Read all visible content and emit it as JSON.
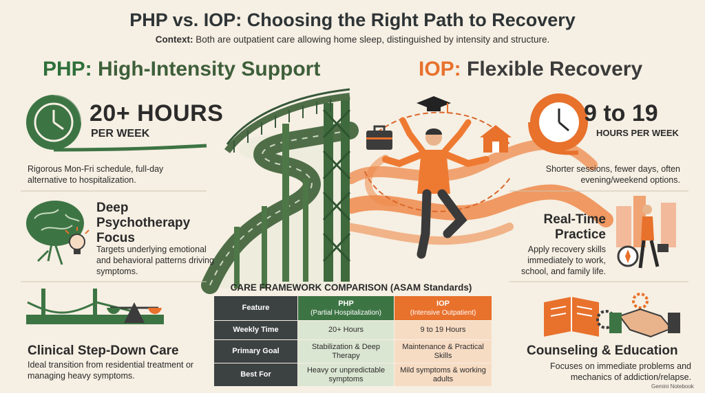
{
  "header": {
    "title": "PHP vs. IOP: Choosing the Right Path to Recovery",
    "context_label": "Context:",
    "context_text": "Both are outpatient care allowing home sleep, distinguished by intensity and structure."
  },
  "php": {
    "lead": "PHP:",
    "heading": "High-Intensity Support",
    "hours": "20+ HOURS",
    "hours_unit": "PER WEEK",
    "hours_desc": "Rigorous Mon-Fri schedule, full-day alternative to hospitalization.",
    "focus_title": "Deep Psychotherapy Focus",
    "focus_desc": "Targets underlying emotional and behavioral patterns driving symptoms.",
    "stepdown_title": "Clinical Step-Down Care",
    "stepdown_desc": "Ideal transition from residential treatment or managing heavy symptoms."
  },
  "iop": {
    "lead": "IOP:",
    "heading": "Flexible Recovery",
    "hours": "9 to 19",
    "hours_unit": "HOURS PER WEEK",
    "hours_desc": "Shorter sessions, fewer days, often evening/weekend options.",
    "practice_title": "Real-Time Practice",
    "practice_desc": "Apply recovery skills immediately to work, school, and family life.",
    "counsel_title": "Counseling & Education",
    "counsel_desc": "Focuses on immediate problems and mechanics of addiction/relapse."
  },
  "table": {
    "title": "CARE FRAMEWORK COMPARISON (ASAM Standards)",
    "headers": {
      "feature": "Feature",
      "php": "PHP",
      "php_sub": "(Partial Hospitalization)",
      "iop": "IOP",
      "iop_sub": "(Intensive Outpatient)"
    },
    "rows": [
      {
        "label": "Weekly Time",
        "php": "20+ Hours",
        "iop": "9 to 19 Hours"
      },
      {
        "label": "Primary Goal",
        "php": "Stabilization & Deep Therapy",
        "iop": "Maintenance & Practical Skills"
      },
      {
        "label": "Best For",
        "php": "Heavy or unpredictable symptoms",
        "iop": "Mild symptoms & working adults"
      }
    ]
  },
  "footer": "Gemini Notebook",
  "colors": {
    "background": "#f6efe3",
    "php_green": "#3d7444",
    "iop_orange": "#e8712c",
    "dark": "#3c4142"
  }
}
